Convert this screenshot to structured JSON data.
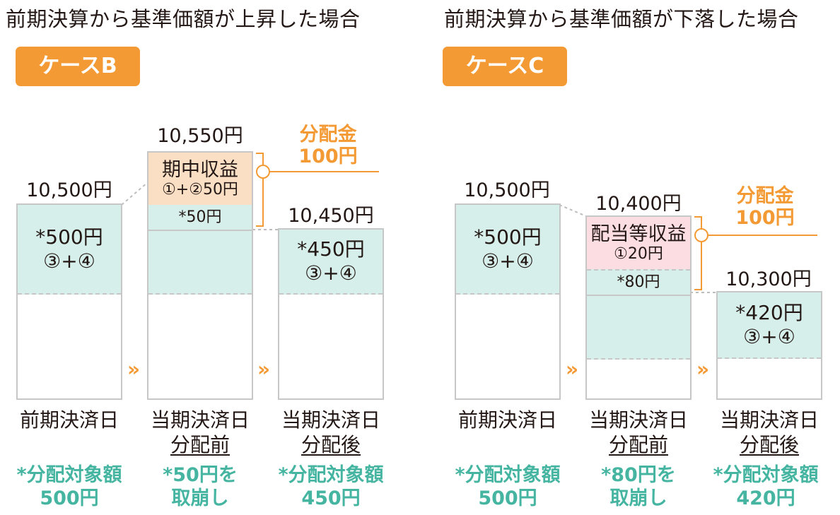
{
  "cases": [
    {
      "heading": "前期決算から基準価額が上昇した場合",
      "badge": "ケースB",
      "distribution": [
        "分配金",
        "100円"
      ],
      "arrow": "»",
      "bars": [
        {
          "total": "10,500円",
          "segments": [
            {
              "lines": [
                "*500円",
                "③+④"
              ]
            }
          ],
          "label": [
            "前期決済日"
          ],
          "note": [
            "*分配対象額",
            "500円"
          ]
        },
        {
          "total": "10,550円",
          "segments": [
            {
              "lines": [
                "期中収益",
                "①+②50円"
              ]
            },
            {
              "lines": [
                "*50円"
              ]
            }
          ],
          "label": [
            "当期決済日",
            "分配前"
          ],
          "note": [
            "*50円を",
            "取崩し"
          ]
        },
        {
          "total": "10,450円",
          "segments": [
            {
              "lines": [
                "*450円",
                "③+④"
              ]
            }
          ],
          "label": [
            "当期決済日",
            "分配後"
          ],
          "note": [
            "*分配対象額",
            "450円"
          ]
        }
      ]
    },
    {
      "heading": "前期決算から基準価額が下落した場合",
      "badge": "ケースC",
      "distribution": [
        "分配金",
        "100円"
      ],
      "arrow": "»",
      "bars": [
        {
          "total": "10,500円",
          "segments": [
            {
              "lines": [
                "*500円",
                "③+④"
              ]
            }
          ],
          "label": [
            "前期決済日"
          ],
          "note": [
            "*分配対象額",
            "500円"
          ]
        },
        {
          "total": "10,400円",
          "segments": [
            {
              "lines": [
                "配当等収益",
                "①20円"
              ]
            },
            {
              "lines": [
                "*80円"
              ]
            }
          ],
          "label": [
            "当期決済日",
            "分配前"
          ],
          "note": [
            "*80円を",
            "取崩し"
          ]
        },
        {
          "total": "10,300円",
          "segments": [
            {
              "lines": [
                "*420円",
                "③+④"
              ]
            }
          ],
          "label": [
            "当期決済日",
            "分配後"
          ],
          "note": [
            "*分配対象額",
            "420円"
          ]
        }
      ]
    }
  ],
  "colors": {
    "accent": "#f39a35",
    "teal_text": "#45b5a1",
    "teal_fill": "#d6efea",
    "income_fill_b": "#fbdfc5",
    "income_fill_c": "#fbdde2",
    "bar_border": "#c7c7c7"
  }
}
